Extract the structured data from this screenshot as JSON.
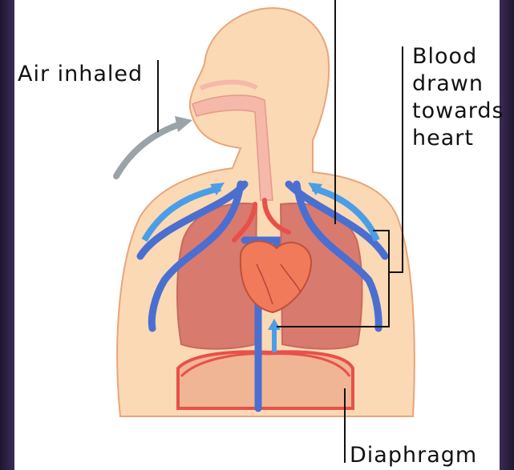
{
  "labels": {
    "air_inhaled": "Air inhaled",
    "blood_line1": "Blood",
    "blood_line2": "drawn",
    "blood_line3": "towards",
    "blood_line4": "heart",
    "diaphragm": "Diaphragm"
  },
  "colors": {
    "skin": "#fbd9b5",
    "skin_outline": "#e9a57a",
    "lung": "#d97a6e",
    "heart": "#f07a5a",
    "vein": "#4a6fd1",
    "artery": "#e8504a",
    "airway": "#f6b8a8",
    "air_arrow": "#9aa3a8",
    "leader_line": "#111111",
    "frame": "#2a1f3d"
  }
}
